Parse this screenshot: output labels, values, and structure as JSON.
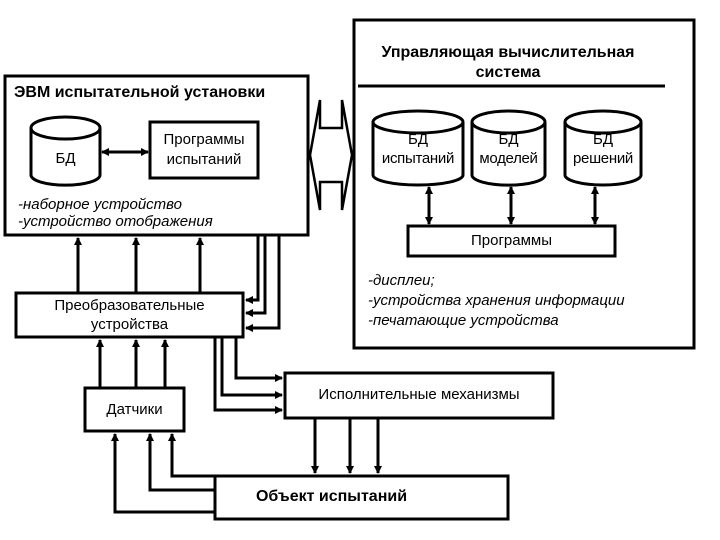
{
  "colors": {
    "stroke": "#000000",
    "background": "#ffffff"
  },
  "left_system": {
    "title": "ЭВМ испытательной установки",
    "db": "БД",
    "programs": [
      "Программы",
      "испытаний"
    ],
    "devices": [
      "-наборное устройство",
      "-устройство отображения"
    ]
  },
  "right_system": {
    "title": [
      "Управляющая вычислительная",
      "система"
    ],
    "databases": [
      {
        "line1": "БД",
        "line2": "испытаний"
      },
      {
        "line1": "БД",
        "line2": "моделей"
      },
      {
        "line1": "БД",
        "line2": "решений"
      }
    ],
    "programs": "Программы",
    "devices": [
      "-дисплеи;",
      "-устройства хранения информации",
      "-печатающие устройства"
    ]
  },
  "converters": [
    "Преобразовательные",
    "устройства"
  ],
  "sensors": "Датчики",
  "actuators": "Исполнительные механизмы",
  "test_object": "Объект испытаний"
}
